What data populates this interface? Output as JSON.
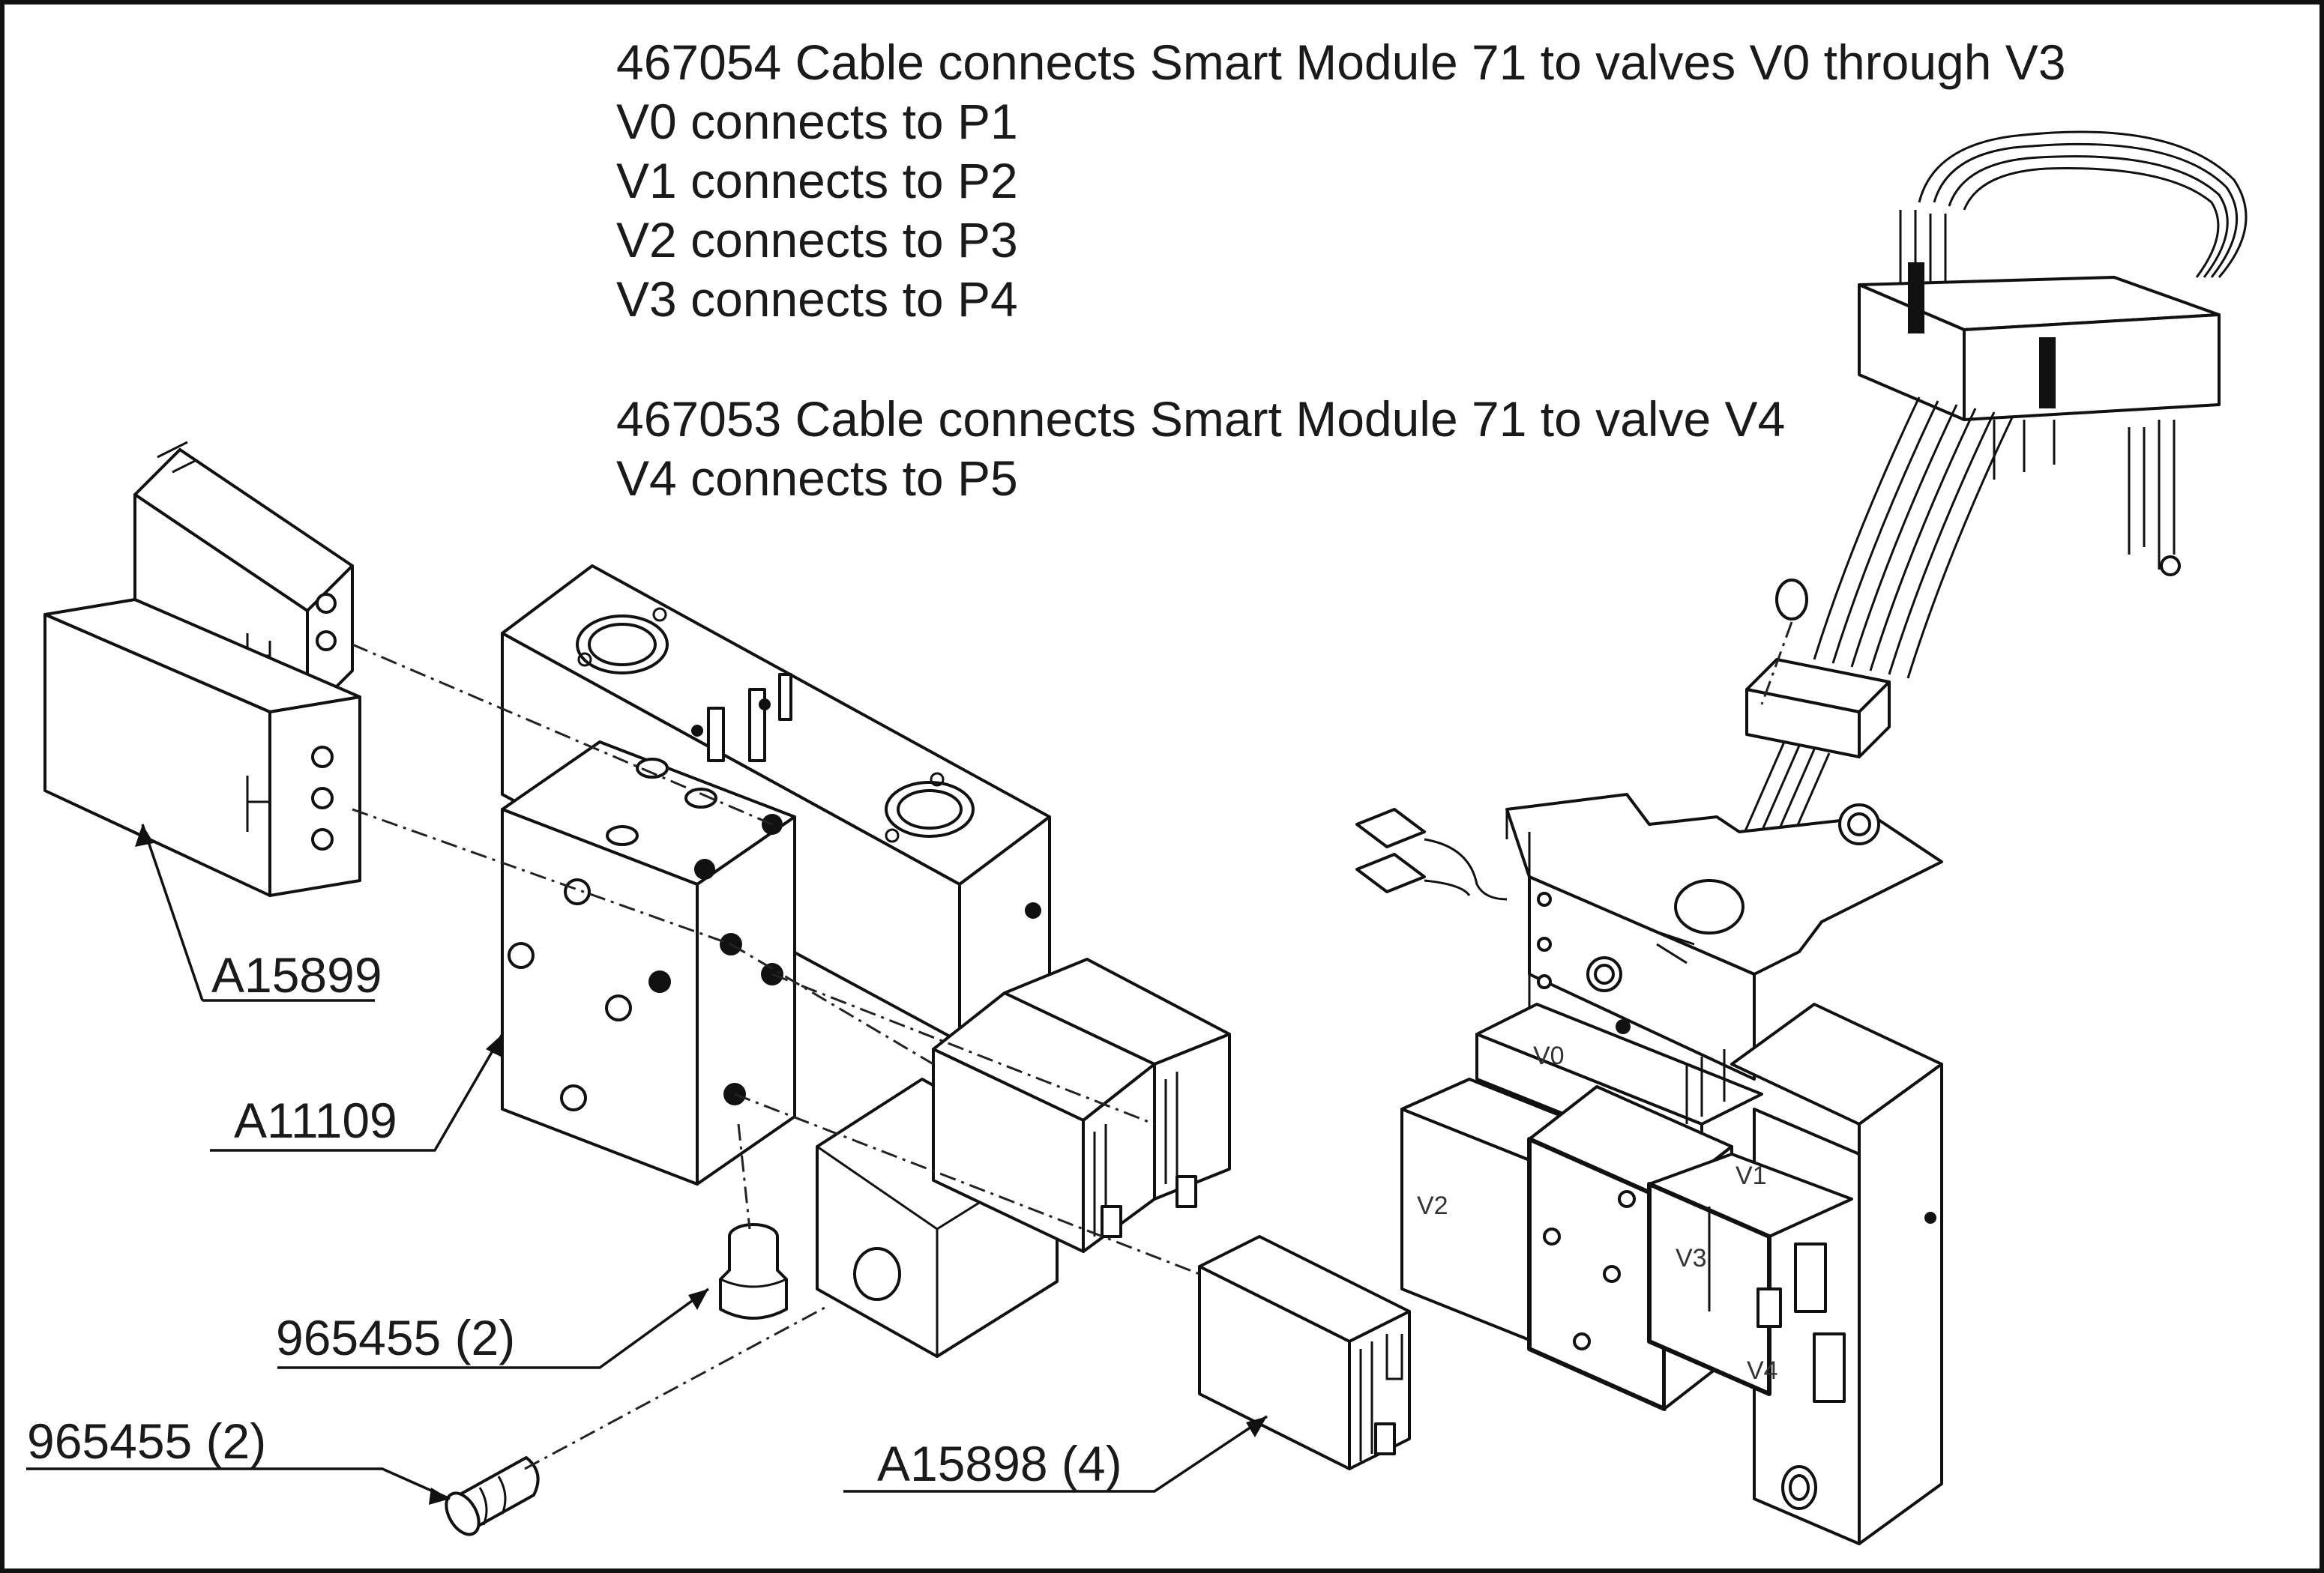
{
  "notes": {
    "cable1": "467054 Cable connects Smart Module 71 to valves V0 through V3",
    "map_v0": "V0 connects to P1",
    "map_v1": "V1 connects to P2",
    "map_v2": "V2 connects to P3",
    "map_v3": "V3 connects to P4",
    "cable2": "467053 Cable connects Smart Module 71 to valve V4",
    "map_v4": "V4 connects to P5"
  },
  "callouts": {
    "coils": "A15899",
    "manifold": "A11109",
    "fitting_upper": "965455 (2)",
    "fitting_lower": "965455 (2)",
    "solenoid": "A15898 (4)"
  },
  "valve_labels": {
    "v0": "V0",
    "v1": "V1",
    "v2": "V2",
    "v3": "V3",
    "v4": "V4"
  }
}
